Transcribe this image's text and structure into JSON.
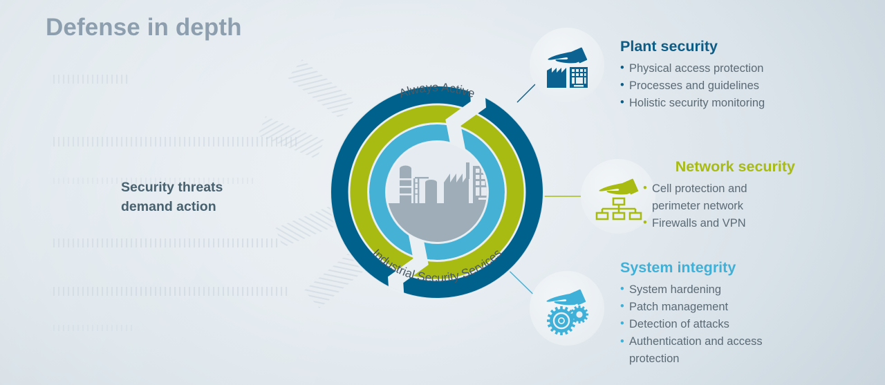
{
  "page": {
    "title": "Defense in depth",
    "left_statement_line1": "Security threats",
    "left_statement_line2": "demand action",
    "background_color": "#d2dce3"
  },
  "rings": {
    "outer_label": "Always Active",
    "inner_label": "Industrial Security Services",
    "outer_color": "#00628c",
    "middle_color": "#a8bb13",
    "inner_color": "#45b1d4",
    "center_illustration": "industrial-plant-silhouette",
    "center_color": "#9eadb8"
  },
  "blocks": [
    {
      "key": "plant",
      "heading": "Plant security",
      "color": "#0c5c86",
      "icon": "hand-over-factory-icon",
      "items": [
        "Physical access protection",
        "Processes and guidelines",
        "Holistic security monitoring"
      ]
    },
    {
      "key": "network",
      "heading": "Network security",
      "color": "#a8bb13",
      "icon": "hand-over-network-tree-icon",
      "items": [
        "Cell protection and perimeter network",
        "Firewalls and VPN"
      ]
    },
    {
      "key": "system",
      "heading": "System integrity",
      "color": "#3fb0d8",
      "icon": "hand-over-gears-icon",
      "items": [
        "System hardening",
        "Patch management",
        "Detection of attacks",
        "Authentication and access protection"
      ]
    }
  ]
}
